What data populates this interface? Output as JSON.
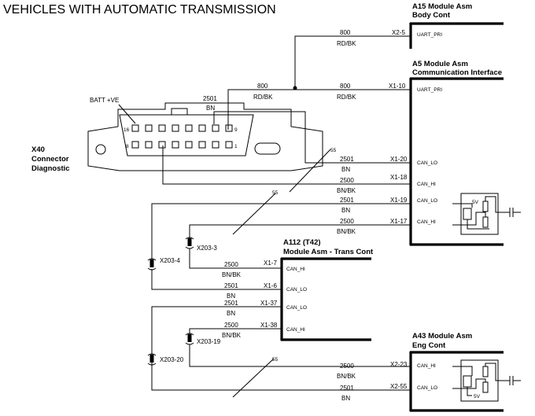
{
  "title": "VEHICLES WITH AUTOMATIC TRANSMISSION",
  "modules": {
    "a15": {
      "line1": "A15 Module Asm",
      "line2": "Body Cont",
      "pin": "UART_PRI"
    },
    "a5": {
      "line1": "A5 Module Asm",
      "line2": "Communication Interface",
      "pins": [
        "UART_PRI",
        "CAN_LO",
        "CAN_HI",
        "CAN_LO",
        "CAN_HI"
      ],
      "resistor_label": "5V"
    },
    "a112": {
      "line1": "A112 (T42)",
      "line2": "Module Asm - Trans Cont",
      "pins": [
        "CAN_HI",
        "CAN_LO",
        "CAN_LO",
        "CAN_HI"
      ]
    },
    "a43": {
      "line1": "A43 Module Asm",
      "line2": "Eng Cont",
      "pins": [
        "CAN_HI",
        "CAN_LO"
      ],
      "resistor_label": "5V"
    }
  },
  "connector": {
    "line1": "X40",
    "line2": "Connector",
    "line3": "Diagnostic",
    "batt": "BATT +VE",
    "pin_16": "16",
    "pin_9": "9",
    "pin_8": "8",
    "pin_1": "1"
  },
  "splices": {
    "x203_3": "X203-3",
    "x203_4": "X203-4",
    "x203_19": "X203-19",
    "x203_20": "X203-20"
  },
  "twist_marks": [
    "55",
    "55",
    "55"
  ],
  "wires": [
    {
      "circuit": "800",
      "color": "RD/BK",
      "terminal": "X2-5"
    },
    {
      "circuit": "800",
      "color": "RD/BK"
    },
    {
      "circuit": "800",
      "color": "RD/BK",
      "terminal": "X1-10"
    },
    {
      "circuit": "2501",
      "color": "BN"
    },
    {
      "circuit": "2501",
      "color": "BN",
      "terminal": "X1-20"
    },
    {
      "circuit": "2500",
      "color": "BN/BK",
      "terminal": "X1-18"
    },
    {
      "circuit": "2501",
      "color": "BN",
      "terminal": "X1-19"
    },
    {
      "circuit": "2500",
      "color": "BN/BK",
      "terminal": "X1-17"
    },
    {
      "circuit": "2500",
      "color": "BN/BK",
      "terminal": "X1-7"
    },
    {
      "circuit": "2501",
      "color": "BN",
      "terminal": "X1-6"
    },
    {
      "circuit": "2501",
      "color": "BN",
      "terminal": "X1-37"
    },
    {
      "circuit": "2500",
      "color": "BN/BK",
      "terminal": "X1-38"
    },
    {
      "circuit": "2500",
      "color": "BN/BK",
      "terminal": "X2-23"
    },
    {
      "circuit": "2501",
      "color": "BN",
      "terminal": "X2-55"
    }
  ]
}
